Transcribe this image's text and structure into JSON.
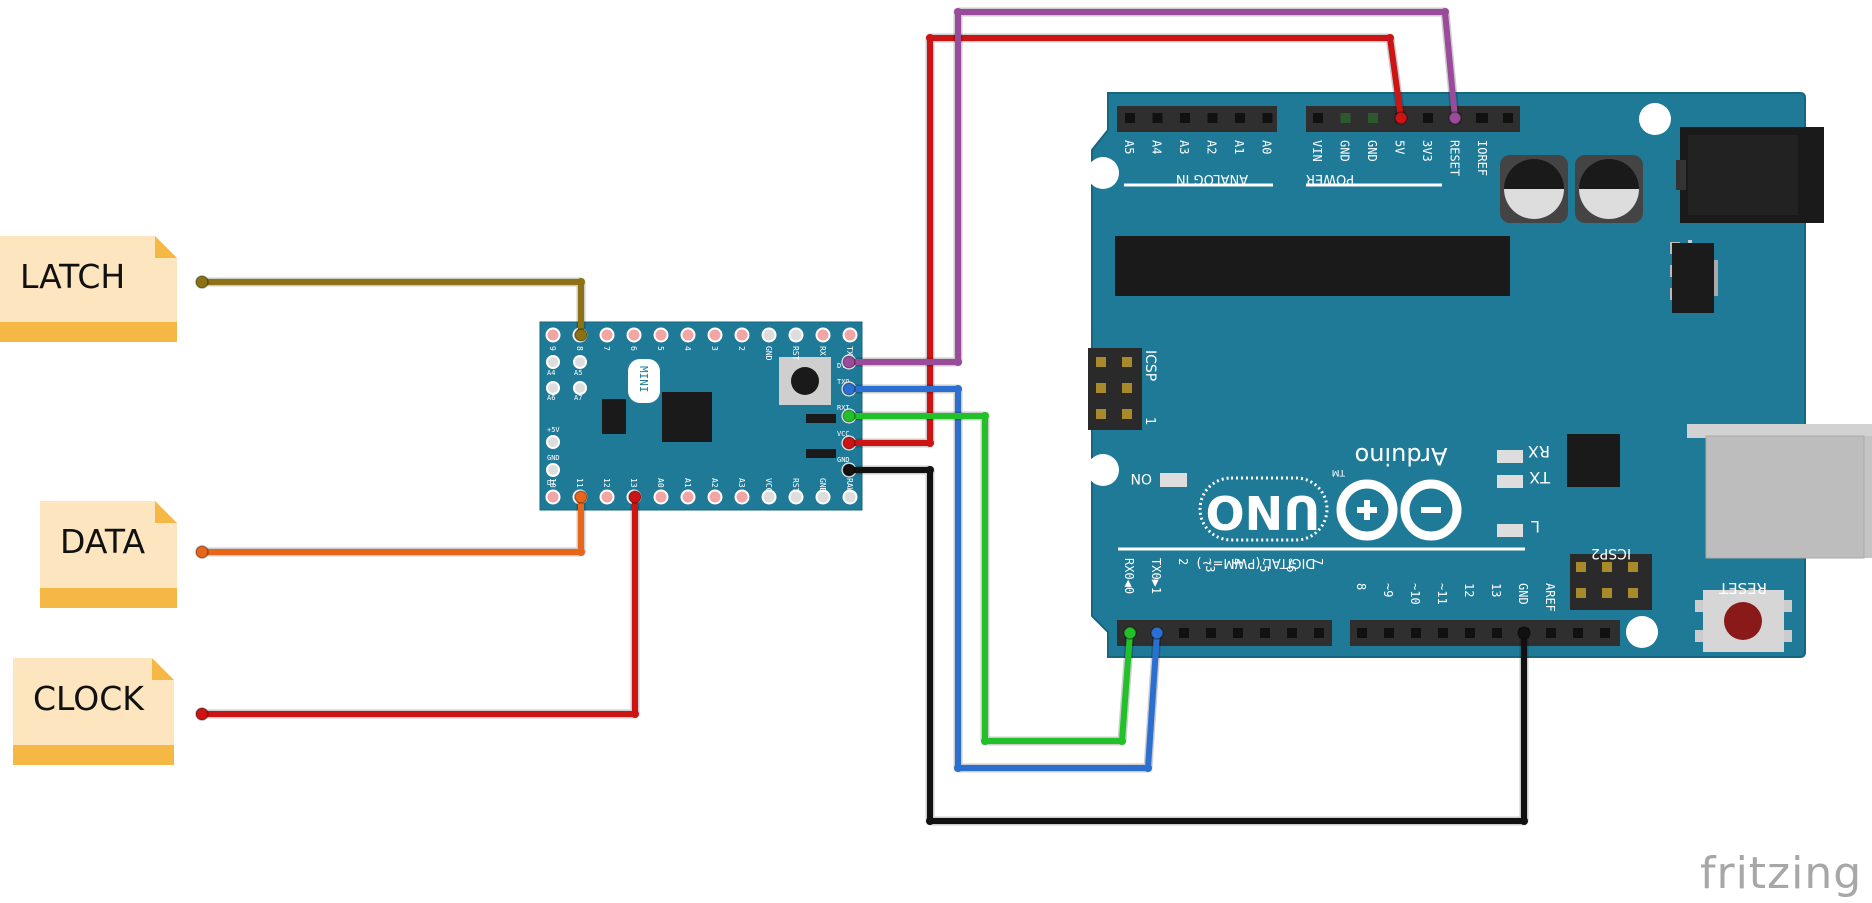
{
  "notes": {
    "latch": "LATCH",
    "data": "DATA",
    "clock": "CLOCK"
  },
  "brand": "fritzing",
  "pro_mini": {
    "badge": "MINI",
    "top_pins": [
      "9",
      "8",
      "7",
      "6",
      "5",
      "4",
      "3",
      "2",
      "GND",
      "RST",
      "RX",
      "TX"
    ],
    "bottom_pins": [
      "10",
      "11",
      "12",
      "13",
      "A0",
      "A1",
      "A2",
      "A3",
      "VCC",
      "RST",
      "GND",
      "RAW"
    ],
    "left_labels": [
      "A4",
      "A5",
      "A6",
      "A7",
      "+5V",
      "GND",
      "D1"
    ],
    "right_labels": [
      "DTR",
      "TXO",
      "RXI",
      "VCC",
      "GND",
      "GND"
    ]
  },
  "uno": {
    "logo_word": "UNO",
    "brand_word": "Arduino",
    "tm": "TM",
    "analog_header": [
      "A5",
      "A4",
      "A3",
      "A2",
      "A1",
      "A0"
    ],
    "analog_title": "ANALOG IN",
    "power_header": [
      "VIN",
      "GND",
      "GND",
      "5V",
      "3V3",
      "RESET",
      "IOREF"
    ],
    "power_title": "POWER",
    "digital_low": [
      "RX0◀0",
      "TX0▶1",
      "2",
      "~3",
      "4",
      "~5",
      "~6",
      "7"
    ],
    "digital_high": [
      "8",
      "~9",
      "~10",
      "~11",
      "12",
      "13",
      "GND",
      "AREF"
    ],
    "digital_title": "DIGITAL (PWM=~)",
    "icsp": "ICSP",
    "icsp2": "ICSP2",
    "icsp_num": "1",
    "on": "ON",
    "rx": "RX",
    "tx": "TX",
    "l": "L",
    "reset": "RESET"
  },
  "colors": {
    "board": "#1f7a98",
    "board_dark": "#16627b",
    "latch_wire": "#8c7212",
    "data_wire": "#e8661a",
    "clock_wire": "#cc1414",
    "red_wire": "#cc1414",
    "purple_wire": "#9a4b9a",
    "blue_wire": "#2b6fd1",
    "green_wire": "#22c12a",
    "black_wire": "#111111",
    "note_fill": "#fde6bf",
    "note_band": "#f5b844"
  }
}
